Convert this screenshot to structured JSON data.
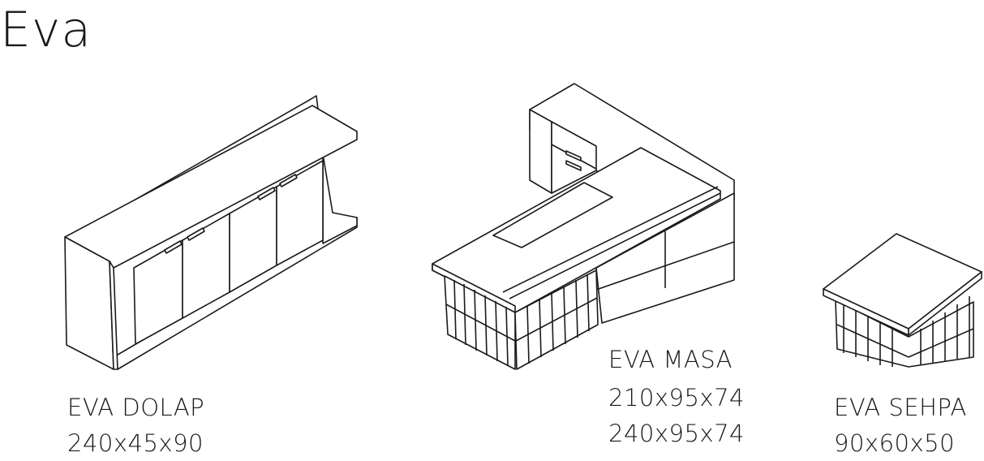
{
  "title": "Eva",
  "products": [
    {
      "name": "EVA DOLAP",
      "dimensions": [
        "240x45x90"
      ]
    },
    {
      "name": "EVA MASA",
      "dimensions": [
        "210x95x74",
        "240x95x74"
      ]
    },
    {
      "name": "EVA SEHPA",
      "dimensions": [
        "90x60x50"
      ]
    }
  ]
}
